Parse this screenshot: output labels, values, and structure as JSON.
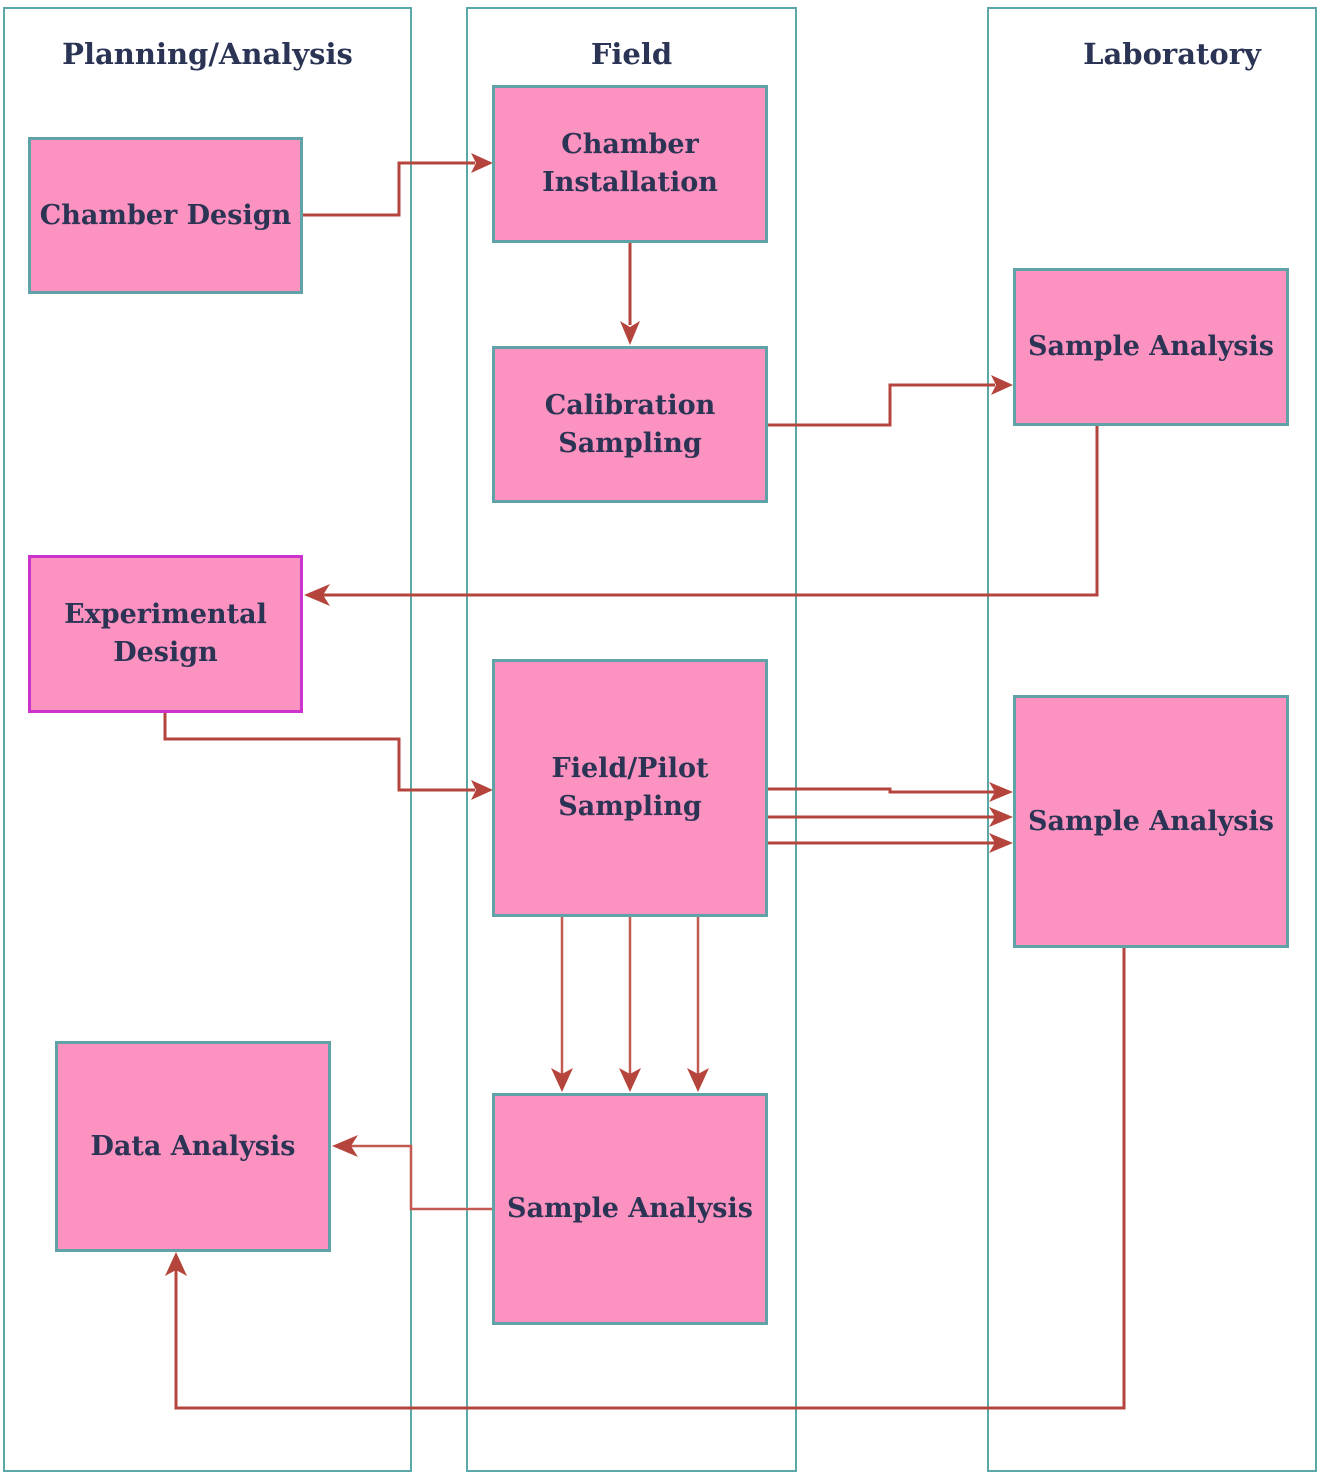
{
  "lanes": {
    "planning": "Planning/Analysis",
    "field": "Field",
    "laboratory": "Laboratory"
  },
  "nodes": {
    "chamber_design": "Chamber Design",
    "chamber_installation": "Chamber Installation",
    "calibration_sampling": "Calibration Sampling",
    "sample_analysis_lab_1": "Sample Analysis",
    "experimental_design": "Experimental Design",
    "field_pilot_sampling": "Field/Pilot Sampling",
    "sample_analysis_lab_2": "Sample Analysis",
    "data_analysis": "Data Analysis",
    "sample_analysis_field": "Sample Analysis"
  },
  "colors": {
    "node_fill": "#fc92bf",
    "node_border": "#5fa3a9",
    "lane_border": "#5ba8a8",
    "arrow": "#b5443c",
    "text": "#2b3455"
  }
}
